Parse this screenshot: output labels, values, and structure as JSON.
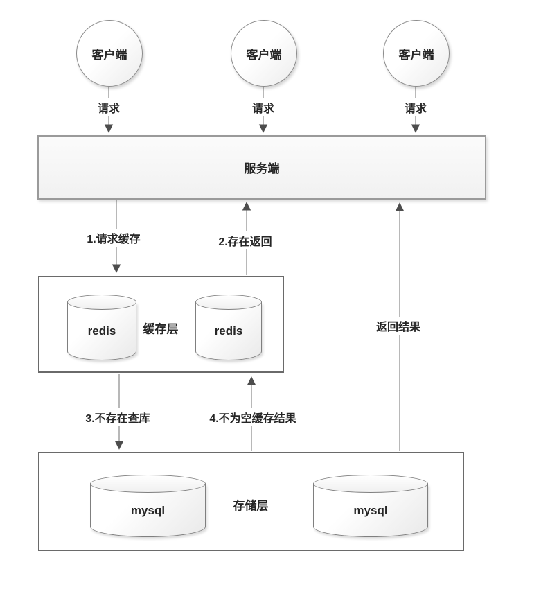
{
  "nodes": {
    "clients": [
      {
        "label": "客户端",
        "request_label": "请求"
      },
      {
        "label": "客户端",
        "request_label": "请求"
      },
      {
        "label": "客户端",
        "request_label": "请求"
      }
    ],
    "server": {
      "label": "服务端"
    },
    "cache_layer": {
      "label": "缓存层",
      "databases": [
        {
          "label": "redis"
        },
        {
          "label": "redis"
        }
      ]
    },
    "storage_layer": {
      "label": "存储层",
      "databases": [
        {
          "label": "mysql"
        },
        {
          "label": "mysql"
        }
      ]
    }
  },
  "edges": {
    "request_cache": {
      "label": "1.请求缓存"
    },
    "exists_return": {
      "label": "2.存在返回"
    },
    "not_exists_query": {
      "label": "3.不存在查库"
    },
    "cache_result": {
      "label": "4.不为空缓存结果"
    },
    "return_result": {
      "label": "返回结果"
    }
  },
  "colors": {
    "line": "#9a9a9a",
    "arrowhead": "#4d4d4d",
    "layer_border": "#6a6a6a",
    "server_border": "#9a9a9a",
    "shape_border": "#7f7f7f",
    "text": "#262626",
    "background": "#ffffff"
  }
}
